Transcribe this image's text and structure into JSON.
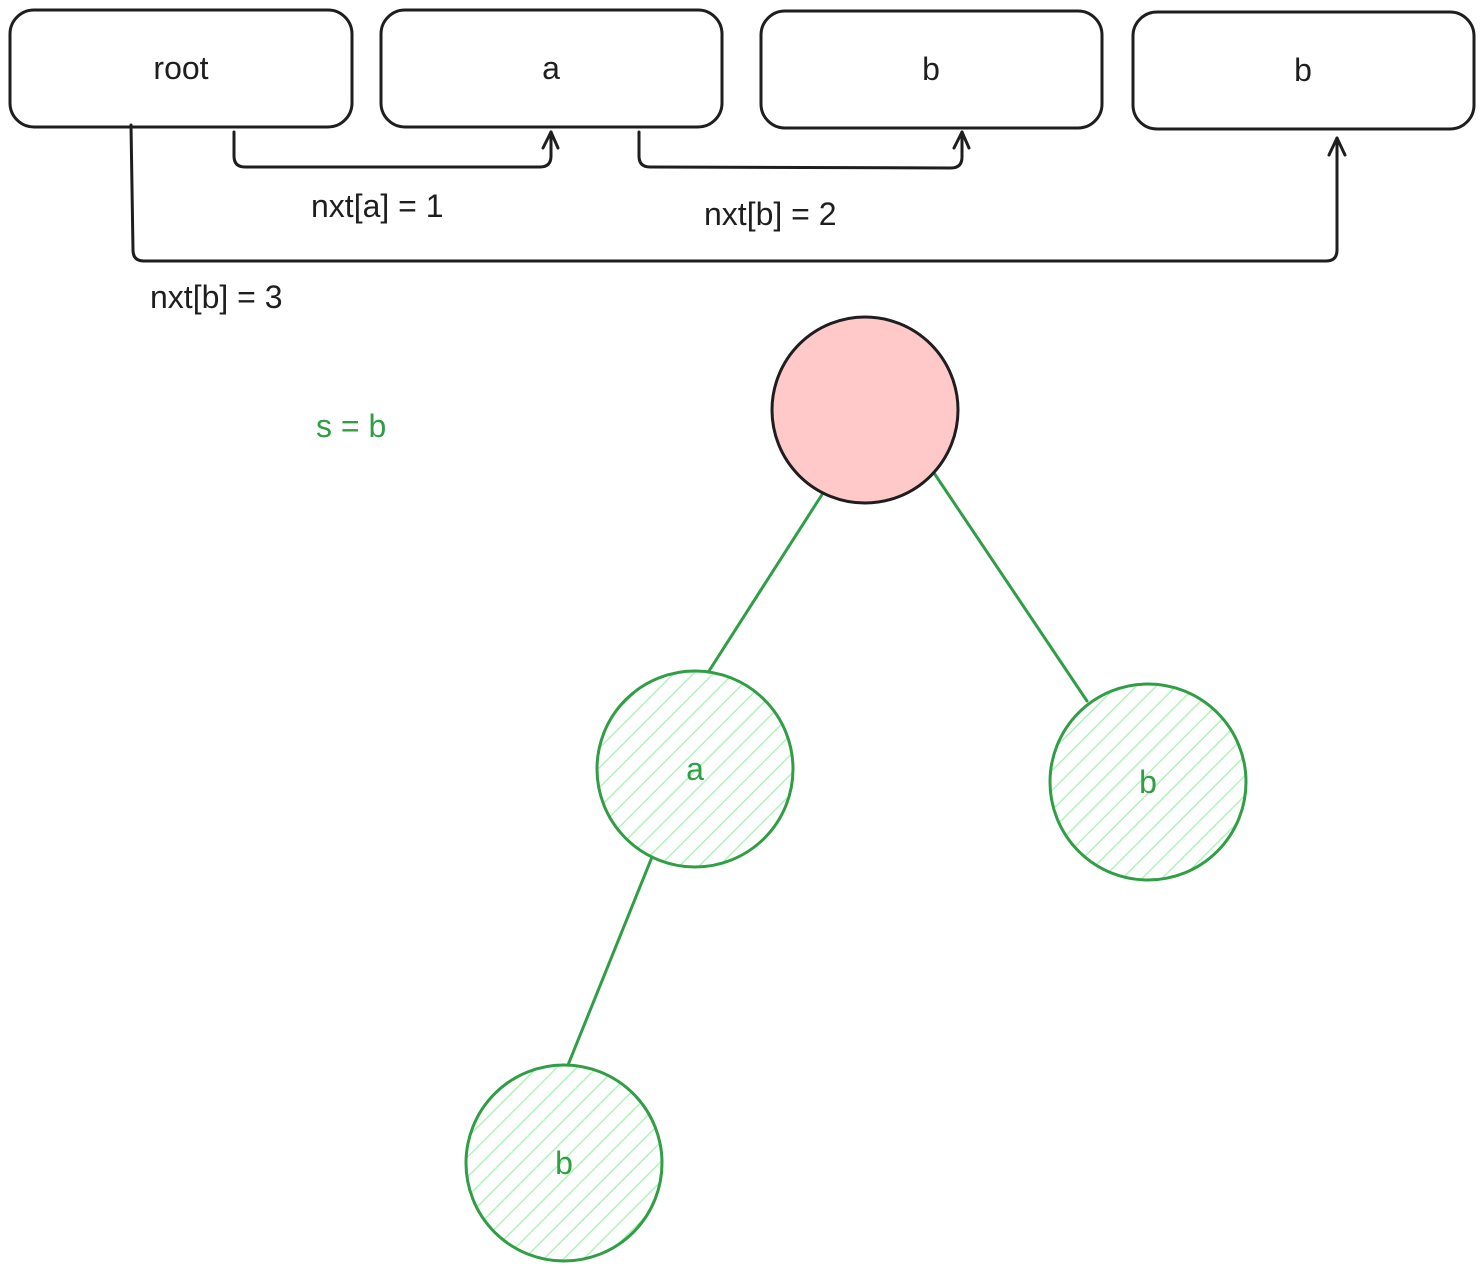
{
  "boxes": [
    "root",
    "a",
    "b",
    "b"
  ],
  "edges": [
    "nxt[a] = 1",
    "nxt[b] = 2",
    "nxt[b] = 3"
  ],
  "condition": "s = b",
  "tree": {
    "root_label": "",
    "child_a": "a",
    "child_b_right": "b",
    "grandchild_b": "b"
  },
  "colors": {
    "stroke": "#1e1e1e",
    "root_fill": "#ffc9c9",
    "green": "#2f9e44",
    "hatch": "#b2f2bb"
  }
}
